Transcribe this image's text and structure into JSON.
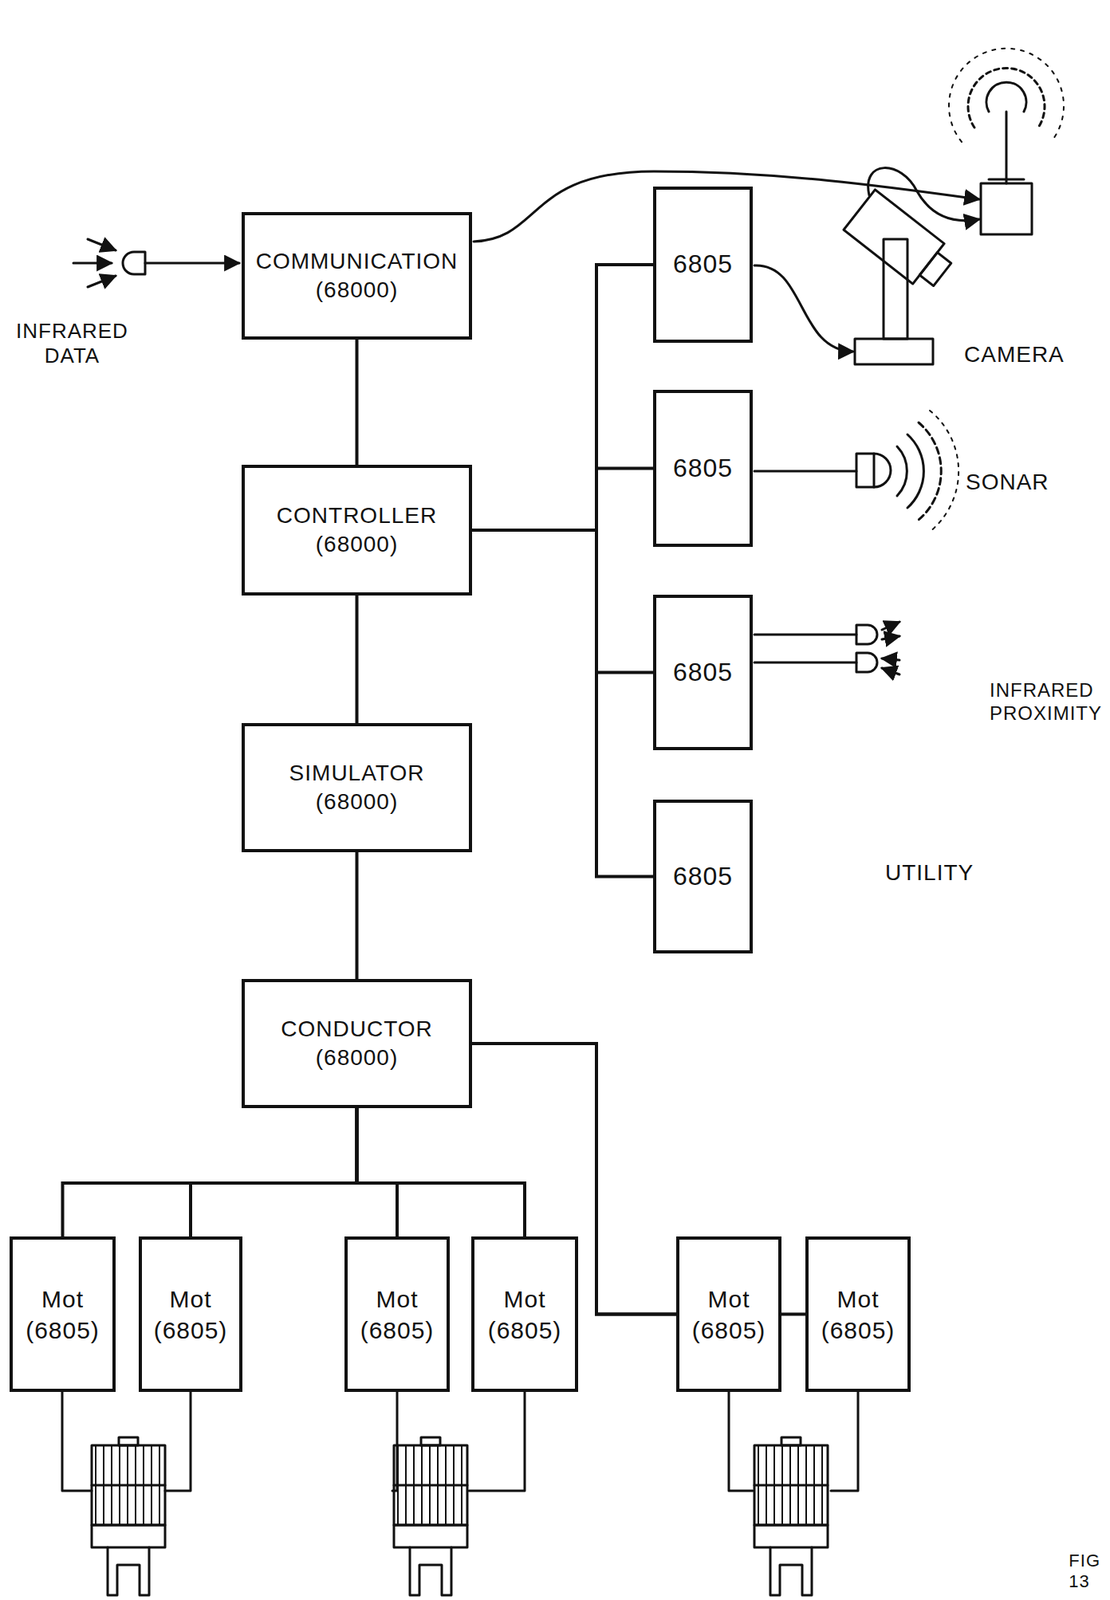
{
  "diagram": {
    "nodes": [
      {
        "text": [
          "COMMUNICATION (68000)"
        ]
      },
      {
        "text": [
          "CONTROLLER (68000)"
        ]
      },
      {
        "text": [
          "SIMULATOR (68000)"
        ]
      },
      {
        "text": [
          "CONDUCTOR (68000)"
        ]
      },
      {
        "text": [
          "6805"
        ]
      },
      {
        "text": [
          "6805"
        ]
      },
      {
        "text": [
          "6805"
        ]
      },
      {
        "text": [
          "6805"
        ]
      },
      {
        "text": [
          "Mot (6805)"
        ]
      },
      {
        "text": [
          "Mot (6805)"
        ]
      },
      {
        "text": [
          "Mot (6805)"
        ]
      },
      {
        "text": [
          "Mot (6805)"
        ]
      },
      {
        "text": [
          "Mot (6805)"
        ]
      },
      {
        "text": [
          "Mot (6805)"
        ]
      }
    ],
    "edges": [
      {
        "from": 0,
        "to": 1,
        "arrow": "none"
      },
      {
        "from": 1,
        "to": 2,
        "arrow": "none"
      },
      {
        "from": 2,
        "to": 3,
        "arrow": "none"
      },
      {
        "from": 1,
        "to": 4,
        "arrow": "none"
      },
      {
        "from": 1,
        "to": 5,
        "arrow": "none"
      },
      {
        "from": 1,
        "to": 6,
        "arrow": "none"
      },
      {
        "from": 1,
        "to": 7,
        "arrow": "none"
      },
      {
        "from": 3,
        "to": 8,
        "arrow": "none"
      },
      {
        "from": 3,
        "to": 9,
        "arrow": "none"
      },
      {
        "from": 3,
        "to": 10,
        "arrow": "none"
      },
      {
        "from": 3,
        "to": 11,
        "arrow": "none"
      },
      {
        "from": 3,
        "to": 12,
        "arrow": "none"
      },
      {
        "from": 3,
        "to": 13,
        "arrow": "none"
      }
    ],
    "labels": [
      "INFRARED DATA",
      "CAMERA",
      "SONAR",
      "INFRARED PROXIMITY",
      "UTILITY",
      "FIG 13"
    ]
  }
}
